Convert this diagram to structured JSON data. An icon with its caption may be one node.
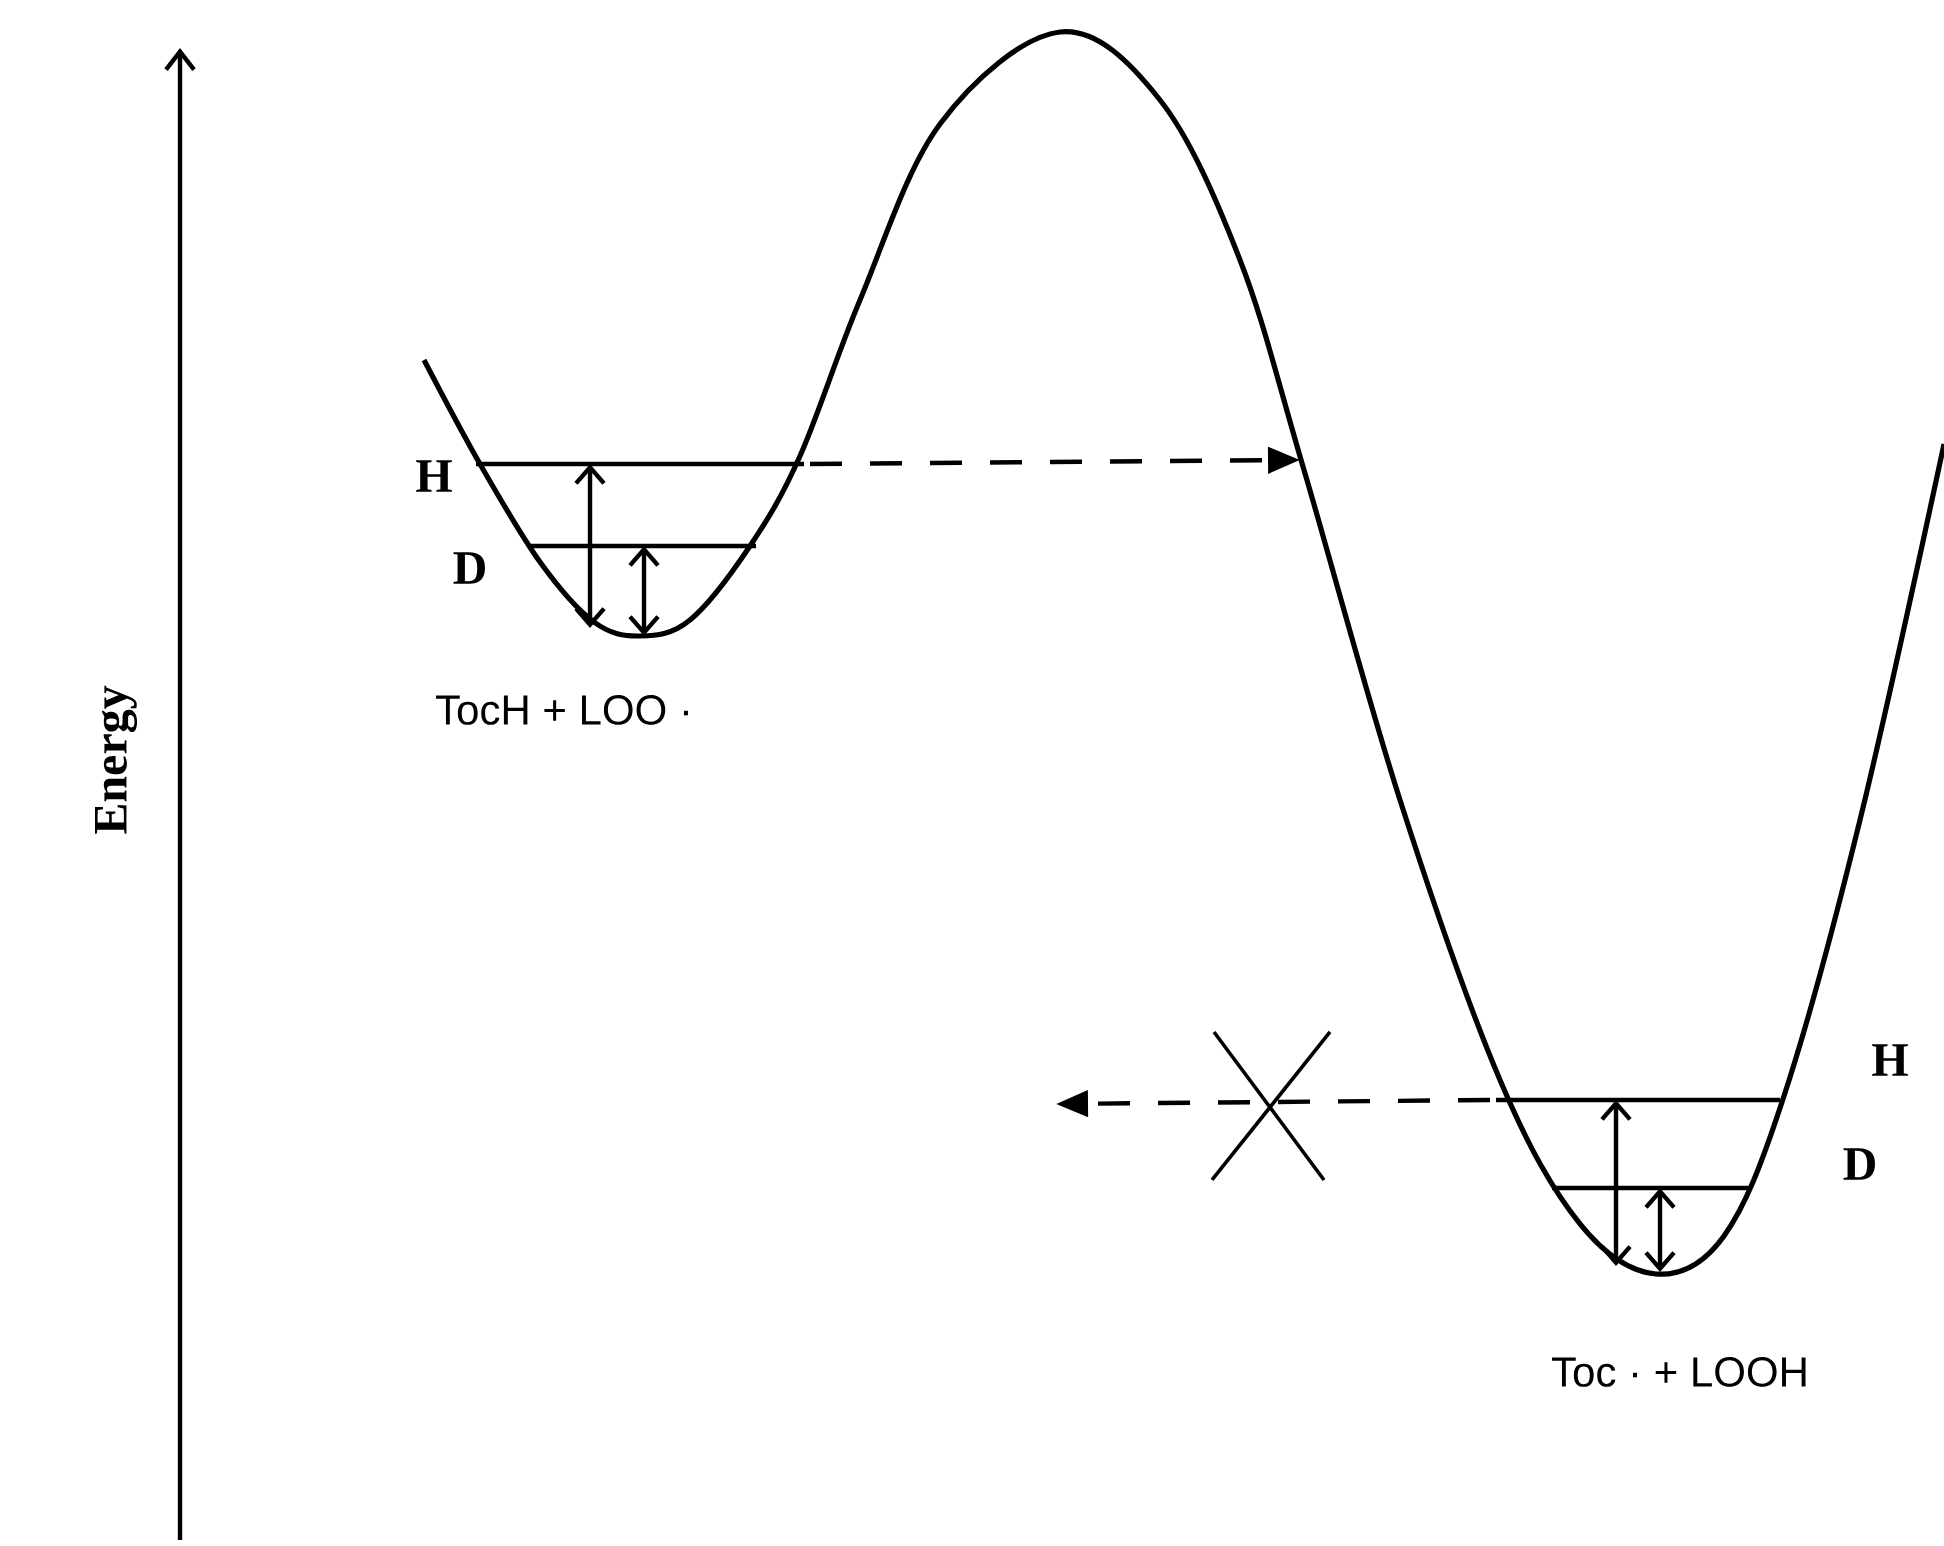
{
  "diagram": {
    "labels": [
      "H",
      "D",
      "TocH + LOO ·",
      "Energy",
      "H",
      "D",
      "Toc · + LOOH"
    ]
  }
}
